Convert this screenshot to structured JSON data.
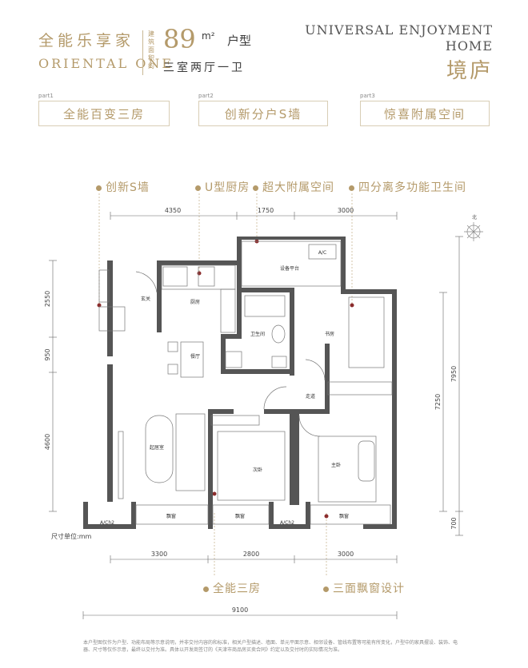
{
  "header": {
    "tagline": "全能乐享家",
    "brand_en": "ORIENTAL ONE",
    "vertical_label": "建筑面积约",
    "area_num": "89",
    "area_unit": "m²",
    "type_label": "户型",
    "layout_desc": "三室两厅一卫",
    "project_en_line1": "UNIVERSAL ENJOYMENT",
    "project_en_line2": "HOME",
    "project_cn": "境庐"
  },
  "parts": [
    {
      "tag": "part1",
      "label": "全能百变三房"
    },
    {
      "tag": "part2",
      "label": "创新分户S墙"
    },
    {
      "tag": "part3",
      "label": "惊喜附属空间"
    }
  ],
  "callouts_top": [
    {
      "text": "创新S墙"
    },
    {
      "text": "U型厨房"
    },
    {
      "text": "超大附属空间"
    },
    {
      "text": "四分离多功能卫生间"
    }
  ],
  "callouts_bottom": [
    {
      "text": "全能三房"
    },
    {
      "text": "三面飘窗设计"
    }
  ],
  "dimensions": {
    "top": [
      "4350",
      "1750",
      "3000"
    ],
    "bottom": [
      "3300",
      "2800",
      "3000"
    ],
    "total_bottom": "9100",
    "left": [
      "2550",
      "950",
      "4600"
    ],
    "right_inner": "7250",
    "right_outer": "7950",
    "right_small": "700"
  },
  "rooms": {
    "equipment": "设备平台",
    "ac": "A/C",
    "kitchen": "厨房",
    "entry": "玄关",
    "dining": "餐厅",
    "bath": "卫生间",
    "study": "书房",
    "corridor": "走道",
    "living": "起居室",
    "second_bed": "次卧",
    "master_bed": "主卧",
    "bay": "飘窗",
    "ac_bottom": "A/Ch2",
    "north": "北"
  },
  "unit_label": "尺寸单位:mm",
  "footnote": "本户型图仅作为户型、功能布局等示意说明，并非交付内容的和标准，相关户型描述、墙面、单元平面示意、相邻设备、管线布置等可能有所变化，户型中的家具摆设、装饰、电器、尺寸等仅作示意，最终以交付为准。具体以开发商签订的《天津市商品房买卖合同》约定以及交付时的实际情况为准。",
  "colors": {
    "accent": "#b49a6a",
    "wall": "#555555"
  }
}
